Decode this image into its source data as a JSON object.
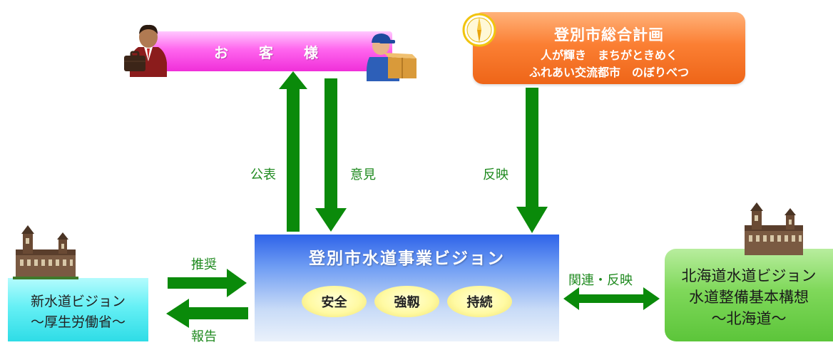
{
  "customer": {
    "label": "お 客 様"
  },
  "plan": {
    "title": "登別市総合計画",
    "line1": "人が輝き　まちがときめく",
    "line2": "ふれあい交流都市　のぼりべつ"
  },
  "vision": {
    "title": "登別市水道事業ビジョン",
    "pills": [
      "安全",
      "強靱",
      "持続"
    ]
  },
  "left_box": {
    "line1": "新水道ビジョン",
    "line2": "～厚生労働省～"
  },
  "right_box": {
    "line1": "北海道水道ビジョン",
    "line2": "水道整備基本構想",
    "line3": "～北海道～"
  },
  "arrow_labels": {
    "publish": "公表",
    "opinion": "意見",
    "reflect": "反映",
    "recommend": "推奨",
    "report": "報告",
    "related_reflect": "関連・反映"
  },
  "colors": {
    "arrow_green": "#0a8a0a",
    "customer_pink": "#f23bdc",
    "plan_orange": "#f47326",
    "vision_blue": "#2e63e9",
    "left_cyan": "#48e6ee",
    "right_green": "#70d04b"
  },
  "icons": [
    "businessman-icon",
    "delivery-worker-icon",
    "compass-icon",
    "building-icon",
    "building-icon"
  ]
}
